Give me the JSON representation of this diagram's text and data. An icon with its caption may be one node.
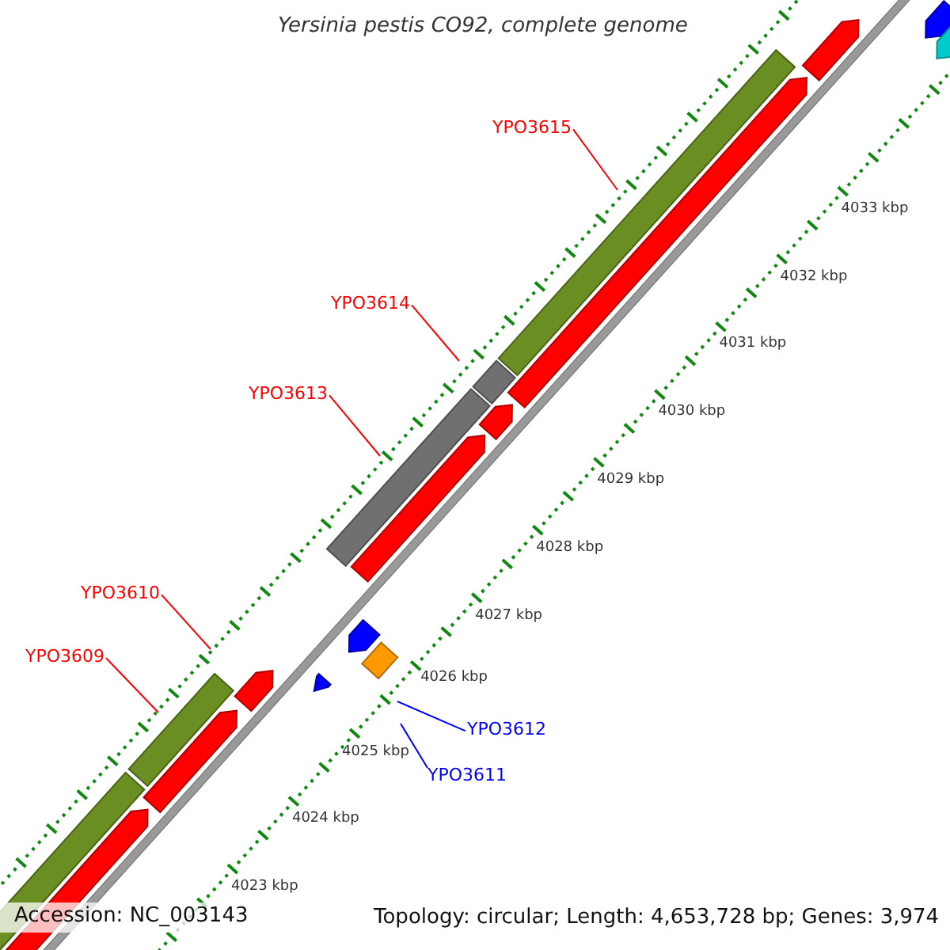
{
  "diagram": {
    "title": "Yersinia pestis CO92, complete genome",
    "nodes": [
      {
        "text": [
          "YPO3615"
        ]
      },
      {
        "text": [
          "YPO3614"
        ]
      },
      {
        "text": [
          "YPO3613"
        ]
      },
      {
        "text": [
          "YPO3610"
        ]
      },
      {
        "text": [
          "YPO3609"
        ]
      },
      {
        "text": [
          "YPO3612"
        ]
      },
      {
        "text": [
          "YPO3611"
        ]
      }
    ],
    "edges": [
      {
        "from": 0,
        "to": null,
        "arrow": "none"
      },
      {
        "from": 1,
        "to": null,
        "arrow": "none"
      },
      {
        "from": 2,
        "to": null,
        "arrow": "none"
      },
      {
        "from": 3,
        "to": null,
        "arrow": "none"
      },
      {
        "from": 4,
        "to": null,
        "arrow": "none"
      },
      {
        "from": 5,
        "to": null,
        "arrow": "none",
        "color": "#0000ff"
      },
      {
        "from": 6,
        "to": null,
        "arrow": "none",
        "color": "#0000ff"
      }
    ],
    "labels": [
      "4033 kbp",
      "4032 kbp",
      "4031 kbp",
      "4030 kbp",
      "4029 kbp",
      "4028 kbp",
      "4027 kbp",
      "4026 kbp",
      "4025 kbp",
      "4024 kbp",
      "4023 kbp",
      "Accession: NC_003143",
      "Topology: circular; Length: 4,653,728 bp; Genes: 3,974"
    ]
  }
}
